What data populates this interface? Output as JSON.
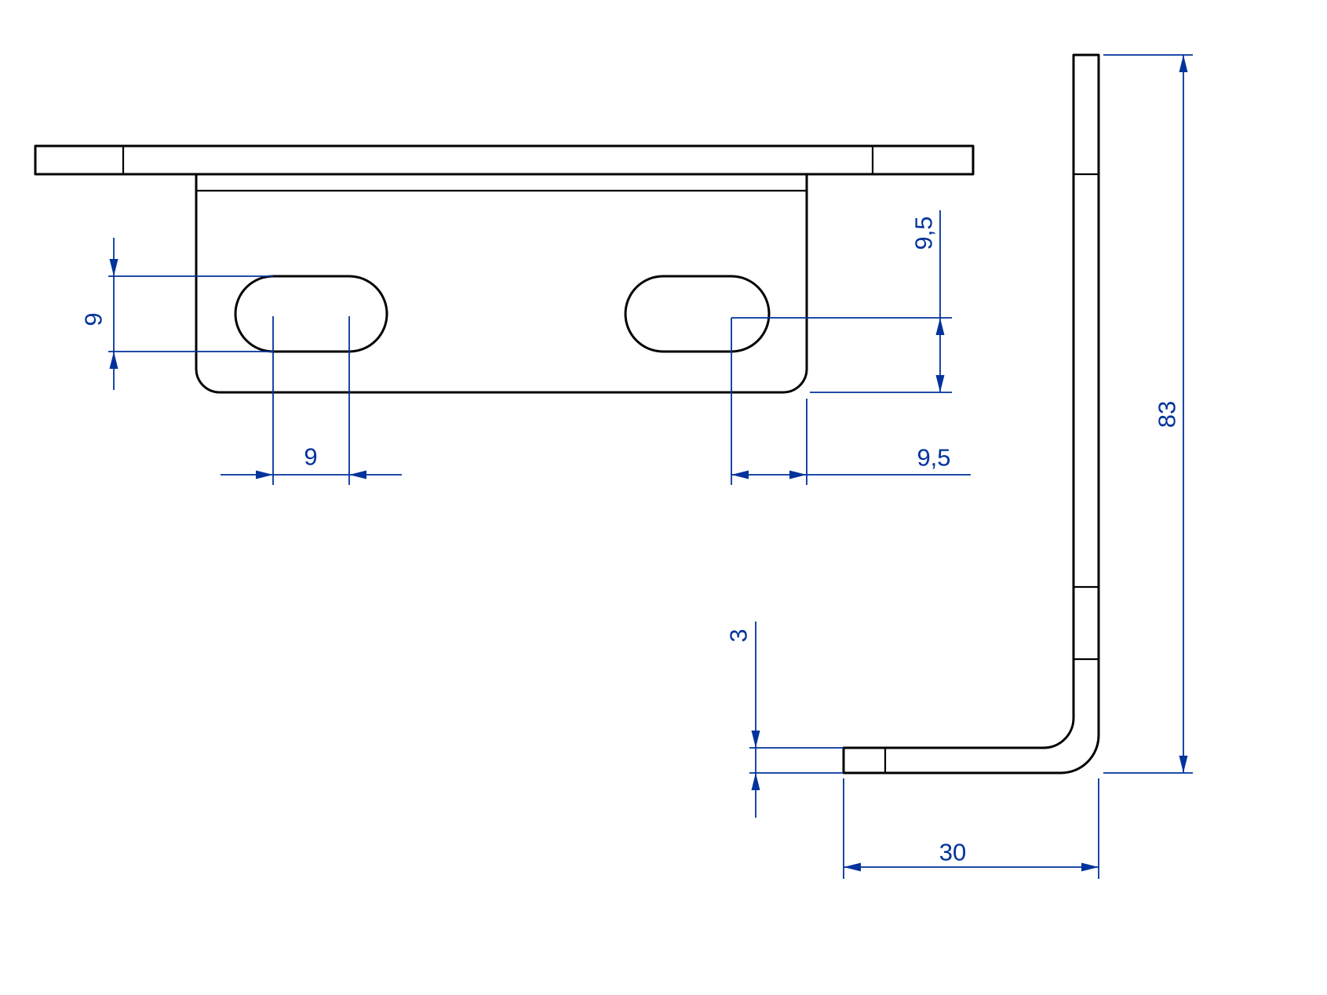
{
  "colors": {
    "background": "#ffffff",
    "geometry": "#000000",
    "dimension": "#00339b"
  },
  "views": {
    "front": {
      "dims": {
        "slot_height": "9",
        "slot_pitch": "9",
        "slot_center_to_bottom": "9,5",
        "slot_center_to_edge": "9,5"
      }
    },
    "side": {
      "dims": {
        "overall_height": "83",
        "leg_width": "30",
        "thickness": "3"
      }
    }
  }
}
